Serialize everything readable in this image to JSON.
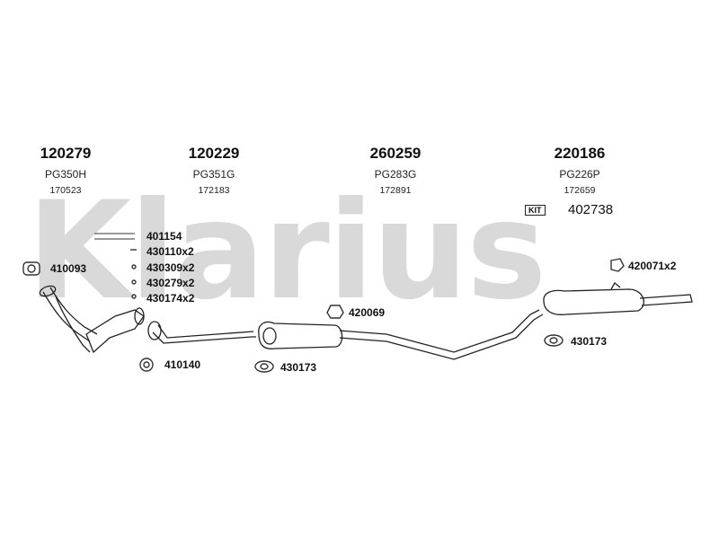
{
  "watermark": "Klarius",
  "assemblies": [
    {
      "part": "120279",
      "code": "PG350H",
      "ref": "170523"
    },
    {
      "part": "120229",
      "code": "PG351G",
      "ref": "172183"
    },
    {
      "part": "260259",
      "code": "PG283G",
      "ref": "172891"
    },
    {
      "part": "220186",
      "code": "PG226P",
      "ref": "172659"
    }
  ],
  "kit": {
    "badge": "KIT",
    "number": "402738"
  },
  "fittings": {
    "f410093": "410093",
    "f401154": "401154",
    "f430110": "430110x2",
    "f430309": "430309x2",
    "f430279": "430279x2",
    "f430174": "430174x2",
    "f410140": "410140",
    "f430173a": "430173",
    "f420069": "420069",
    "f420071": "420071x2",
    "f430173b": "430173"
  }
}
